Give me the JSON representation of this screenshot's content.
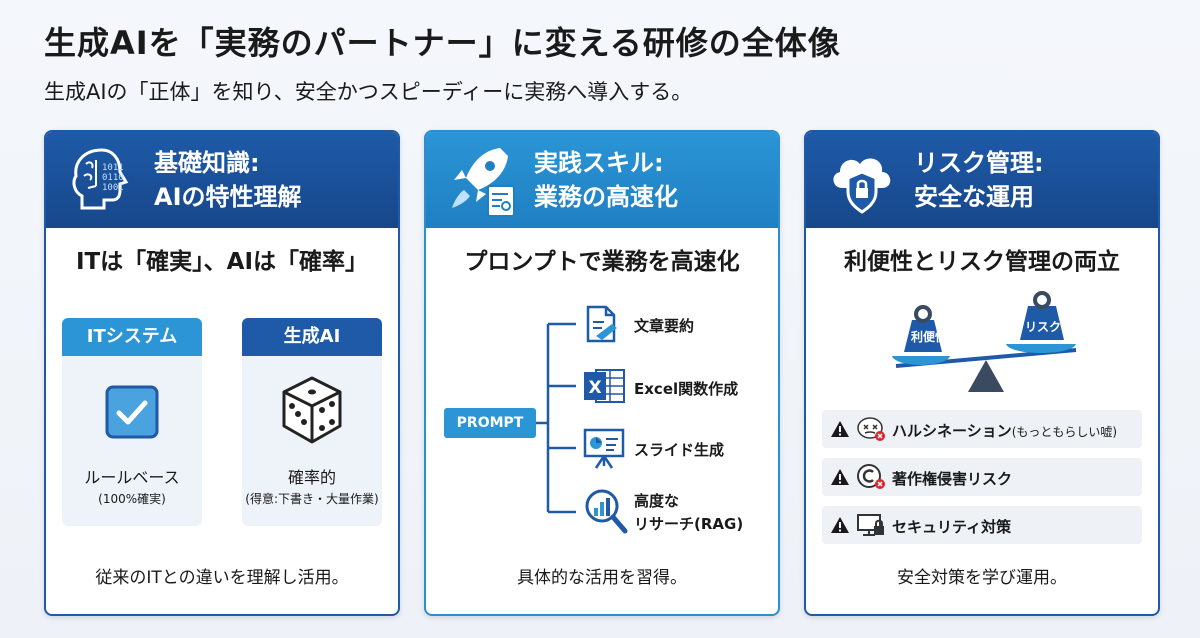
{
  "header": {
    "title": "生成AIを「実務のパートナー」に変える研修の全体像",
    "subtitle": "生成AIの「正体」を知り、安全かつスピーディーに実務へ導入する。"
  },
  "colors": {
    "navy": "#1e5aa8",
    "sky": "#2b95d6",
    "light": "#eef3fa"
  },
  "cards": [
    {
      "head_line1": "基礎知識:",
      "head_line2": "AIの特性理解",
      "icon": "brain-icon",
      "subheading": "ITは「確実」、AIは「確率」",
      "compare": [
        {
          "head": "ITシステム",
          "icon": "checkbox-icon",
          "main": "ルールベース",
          "note": "(100%確実)"
        },
        {
          "head": "生成AI",
          "icon": "dice-icon",
          "main": "確率的",
          "note": "(得意:下書き・大量作業)"
        }
      ],
      "footer": "従来のITとの違いを理解し活用。"
    },
    {
      "head_line1": "実践スキル:",
      "head_line2": "業務の高速化",
      "icon": "rocket-icon",
      "subheading": "プロンプトで業務を高速化",
      "prompt_label": "PROMPT",
      "items": [
        {
          "label": "文章要約",
          "icon": "document-pen-icon"
        },
        {
          "label": "Excel関数作成",
          "icon": "excel-icon"
        },
        {
          "label": "スライド生成",
          "icon": "presentation-icon"
        },
        {
          "label1": "高度な",
          "label2": "リサーチ(RAG)",
          "icon": "magnifier-chart-icon"
        }
      ],
      "footer": "具体的な活用を習得。"
    },
    {
      "head_line1": "リスク管理:",
      "head_line2": "安全な運用",
      "icon": "cloud-shield-icon",
      "subheading": "利便性とリスク管理の両立",
      "scale": {
        "left": "利便性",
        "right": "リスク"
      },
      "risks": [
        {
          "label": "ハルシネーション",
          "label_small": "(もっともらしい嘘)",
          "icon": "confused-face-icon"
        },
        {
          "label": "著作権侵害リスク",
          "icon": "copyright-icon"
        },
        {
          "label": "セキュリティ対策",
          "icon": "monitor-lock-icon"
        }
      ],
      "footer": "安全対策を学び運用。"
    }
  ]
}
